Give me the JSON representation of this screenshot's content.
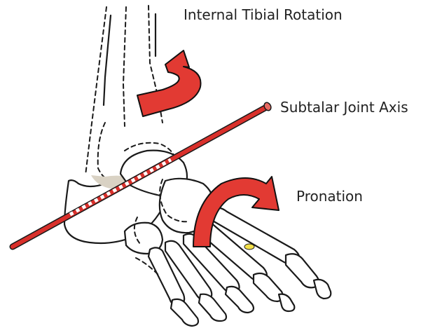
{
  "labels": {
    "tibial_rotation": "Internal Tibial Rotation",
    "subtalar_axis": "Subtalar Joint Axis",
    "pronation": "Pronation"
  },
  "colors": {
    "arrow_fill": "#e23a33",
    "arrow_stroke": "#111111",
    "axis_rod": "#d9302b",
    "bone_outline": "#1a1a1a",
    "bone_fill": "#ffffff",
    "highlight": "#f4e14a"
  },
  "icons": {
    "tibial_arrow": "curved-rotation-arrow",
    "pronation_arrow": "curved-rotation-arrow",
    "axis": "rod"
  }
}
